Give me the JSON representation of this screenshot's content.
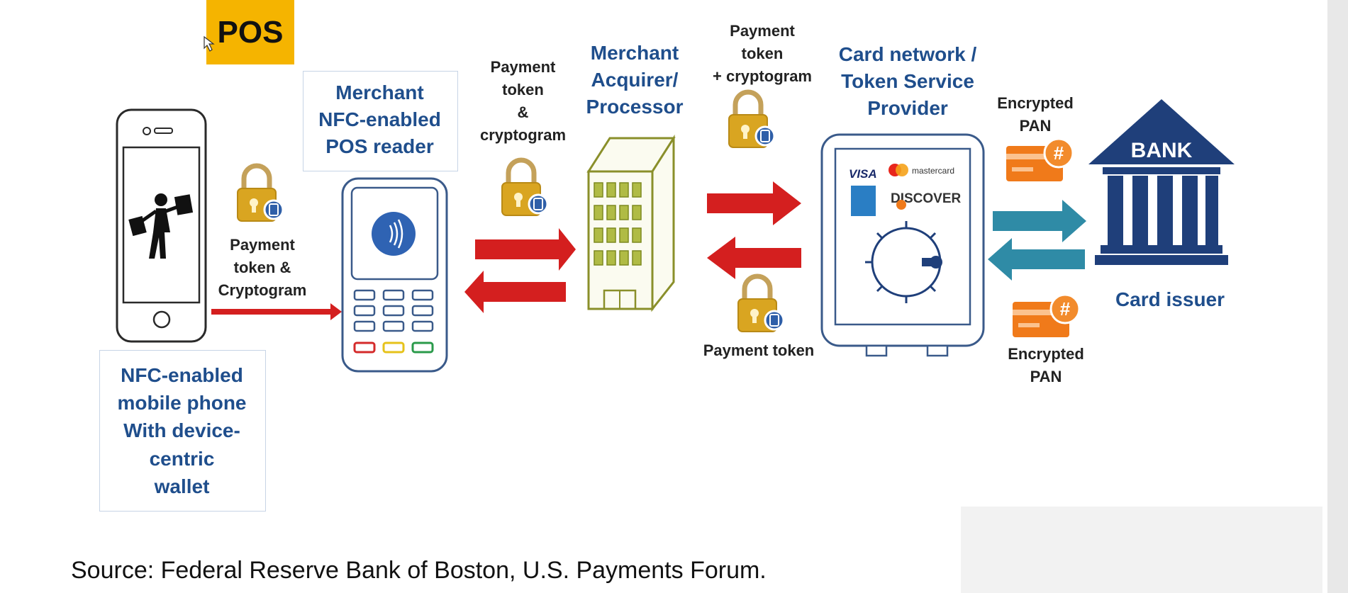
{
  "pos_badge": "POS",
  "labels": {
    "merchant_pos": "Merchant\nNFC-enabled\nPOS reader",
    "acquirer": "Merchant\nAcquirer/\nProcessor",
    "card_network": "Card network /\nToken Service\nProvider",
    "card_issuer": "Card issuer",
    "phone": "NFC-enabled\nmobile phone\nWith device-\ncentric\nwallet",
    "token_crypto_1": "Payment\ntoken &\nCryptogram",
    "token_crypto_2": "Payment\ntoken\n&\ncryptogram",
    "token_crypto_3": "Payment\ntoken\n+ cryptogram",
    "payment_token": "Payment token",
    "encrypted_pan_top": "Encrypted\nPAN",
    "encrypted_pan_bottom": "Encrypted\nPAN"
  },
  "vault": {
    "visa": "VISA",
    "mastercard": "mastercard",
    "discover": "DISCOVER"
  },
  "bank_sign": "BANK",
  "source": "Source: Federal Reserve Bank of Boston, U.S. Payments Forum.",
  "colors": {
    "arrow_red": "#d41f1f",
    "arrow_teal": "#2f8ba6",
    "bank_blue": "#1f3f7a",
    "label_blue": "#1f4e8c",
    "lock_gold": "#d9a521",
    "pos_badge": "#f5b400",
    "pan_card": "#f07a1a"
  },
  "icons": [
    "mobile-phone-icon",
    "shopper-icon",
    "pos-terminal-icon",
    "contactless-icon",
    "office-building-icon",
    "vault-icon",
    "bank-icon",
    "padlock-icon",
    "credit-card-icon"
  ]
}
